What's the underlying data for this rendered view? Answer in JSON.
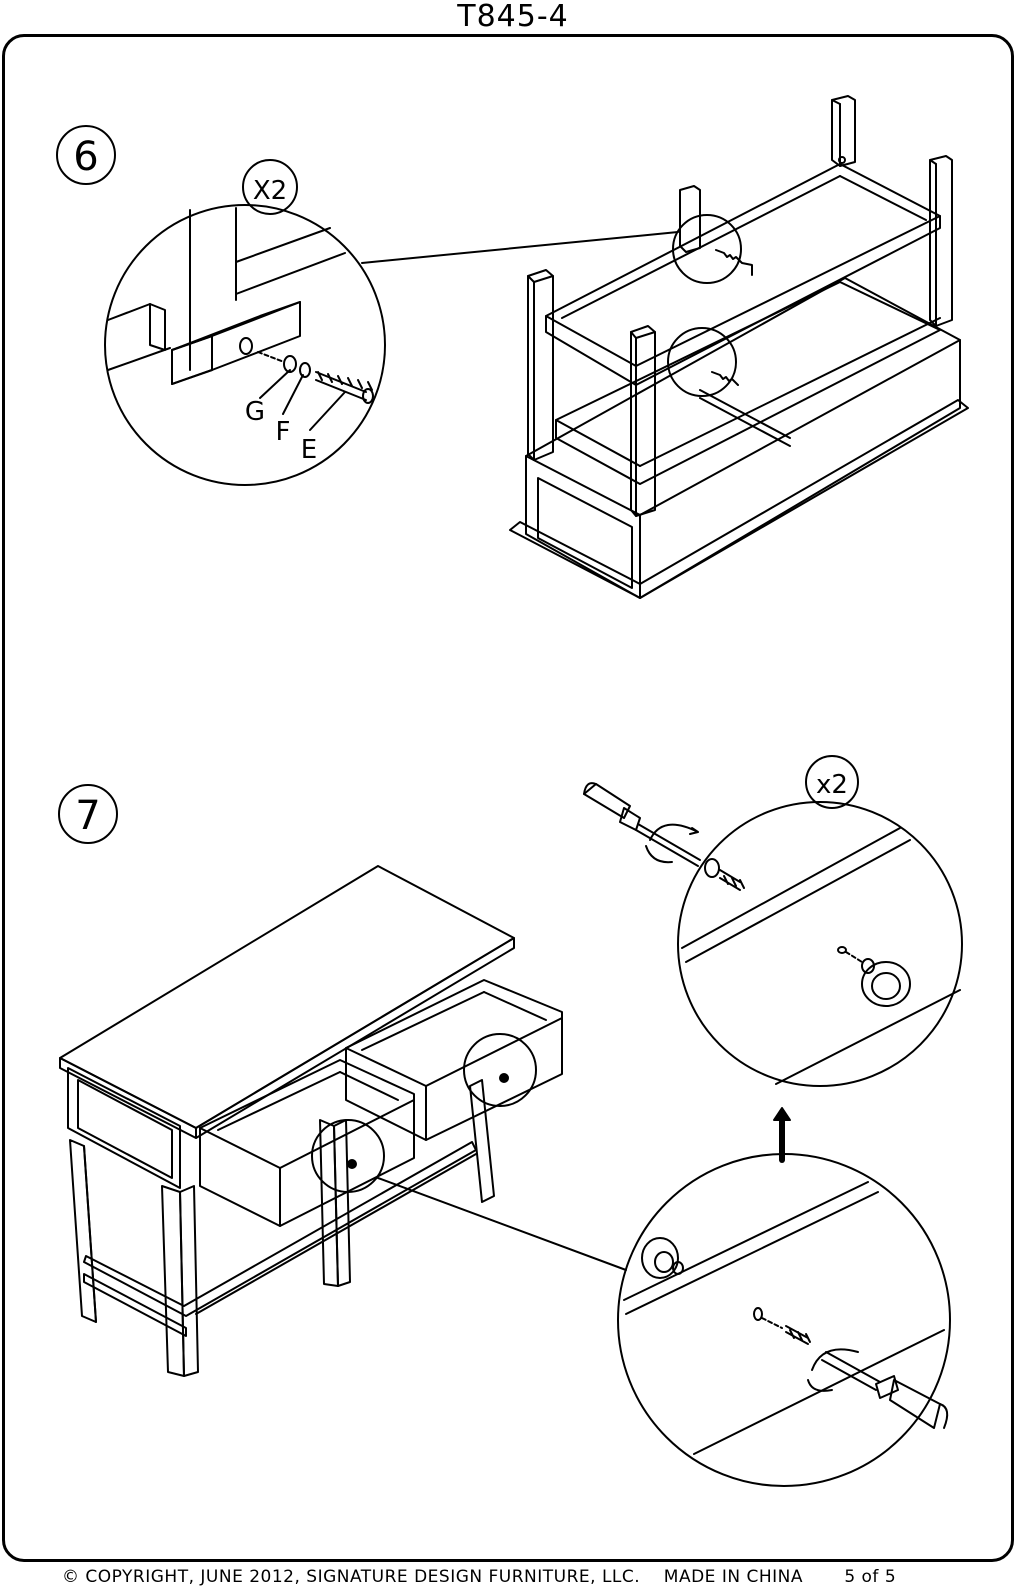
{
  "header": {
    "model": "T845-4"
  },
  "step6": {
    "number": "6",
    "quantity": "X2",
    "parts": {
      "g": "G",
      "f": "F",
      "e": "E"
    }
  },
  "step7": {
    "number": "7",
    "quantity": "x2"
  },
  "footer": {
    "copyright": "© COPYRIGHT, JUNE 2012, SIGNATURE DESIGN FURNITURE, LLC.",
    "origin": "MADE IN CHINA",
    "page": "5 of 5"
  }
}
